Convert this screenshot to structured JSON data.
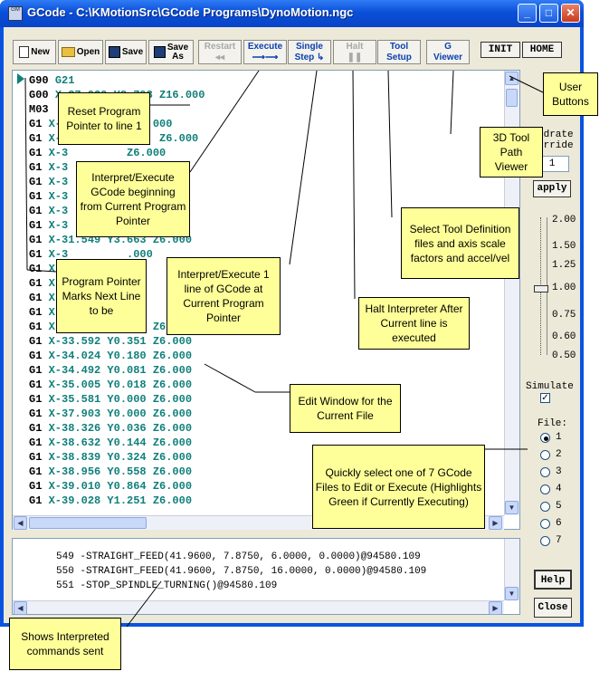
{
  "window": {
    "title": "GCode - C:\\KMotionSrc\\GCode Programs\\DynoMotion.ngc",
    "app_icon_label": "GM",
    "minimize": "_",
    "maximize": "□",
    "close": "✕"
  },
  "toolbar": {
    "new": "New",
    "open": "Open",
    "save": "Save",
    "save_as_1": "Save",
    "save_as_2": "As",
    "restart": "Restart",
    "restart_sym": "◂◂",
    "execute": "Execute",
    "execute_sym": "⟶⟶",
    "single_step_1": "Single",
    "single_step_2": "Step",
    "single_step_sym": "↳",
    "halt": "Halt",
    "halt_sym": "❚❚",
    "tool_setup_1": "Tool",
    "tool_setup_2": "Setup",
    "gviewer_1": "G",
    "gviewer_2": "Viewer",
    "init": "INIT",
    "home": "HOME"
  },
  "code_lines": [
    {
      "cmd": "G90",
      "arg": "G21"
    },
    {
      "cmd": "G00",
      "arg": "X-37.939 Y8.793 Z16.000"
    },
    {
      "cmd": "M03",
      "arg": ""
    },
    {
      "cmd": "G1",
      "arg": "X-3         Z16.000"
    },
    {
      "cmd": "G1",
      "arg": "X-35.817 Y8.793  Z6.000"
    },
    {
      "cmd": "G1",
      "arg": "X-3         Z6.000"
    },
    {
      "cmd": "G1",
      "arg": "X-3         6.000"
    },
    {
      "cmd": "G1",
      "arg": "X-3         6.000"
    },
    {
      "cmd": "G1",
      "arg": "X-3         6.000"
    },
    {
      "cmd": "G1",
      "arg": "X-3         6.000"
    },
    {
      "cmd": "G1",
      "arg": "X-3         6.000"
    },
    {
      "cmd": "G1",
      "arg": "X-31.549 Y3.663 Z6.000"
    },
    {
      "cmd": "G1",
      "arg": "X-3         .000"
    },
    {
      "cmd": "G1",
      "arg": "X-3        49"
    },
    {
      "cmd": "G1",
      "arg": "X-3        91"
    },
    {
      "cmd": "G1",
      "arg": "X-3        96"
    },
    {
      "cmd": "G1",
      "arg": "X-3        35"
    },
    {
      "cmd": "G1",
      "arg": "X-33.187 Y0.567 Z6.000"
    },
    {
      "cmd": "G1",
      "arg": "X-33.592 Y0.351 Z6.000"
    },
    {
      "cmd": "G1",
      "arg": "X-34.024 Y0.180 Z6.000"
    },
    {
      "cmd": "G1",
      "arg": "X-34.492 Y0.081 Z6.000"
    },
    {
      "cmd": "G1",
      "arg": "X-35.005 Y0.018 Z6.000"
    },
    {
      "cmd": "G1",
      "arg": "X-35.581 Y0.000 Z6.000"
    },
    {
      "cmd": "G1",
      "arg": "X-37.903 Y0.000 Z6.000"
    },
    {
      "cmd": "G1",
      "arg": "X-38.326 Y0.036 Z6.000"
    },
    {
      "cmd": "G1",
      "arg": "X-38.632 Y0.144 Z6.000"
    },
    {
      "cmd": "G1",
      "arg": "X-38.839 Y0.324 Z6.000"
    },
    {
      "cmd": "G1",
      "arg": "X-38.956 Y0.558 Z6.000"
    },
    {
      "cmd": "G1",
      "arg": "X-39.010 Y0.864 Z6.000"
    },
    {
      "cmd": "G1",
      "arg": "X-39.028 Y1.251 Z6.000"
    }
  ],
  "output_lines": [
    "549 -STRAIGHT_FEED(41.9600, 7.8750, 6.0000, 0.0000)@94580.109",
    "550 -STRAIGHT_FEED(41.9600, 7.8750, 16.0000, 0.0000)@94580.109",
    "551 -STOP_SPINDLE_TURNING()@94580.109"
  ],
  "right_panel": {
    "feedrate_1": "edrate",
    "feedrate_2": "erride",
    "feedrate_value": "1",
    "apply": "apply",
    "scale_ticks": [
      "2.00",
      "1.50",
      "1.25",
      "1.00",
      "0.75",
      "0.60",
      "0.50"
    ],
    "slider_value": 1.0,
    "simulate": "Simulate",
    "simulate_checked": true,
    "file_label": "File:",
    "files": [
      "1",
      "2",
      "3",
      "4",
      "5",
      "6",
      "7"
    ],
    "selected_file": "1",
    "help": "Help",
    "close": "Close"
  },
  "callouts": {
    "user_buttons": "User Buttons",
    "reset_pointer": "Reset Program Pointer to line 1",
    "viewer_3d": "3D Tool Path Viewer",
    "interpret_execute": "Interpret/Execute GCode beginning from Current Program Pointer",
    "tool_definition": "Select Tool Definition files and axis scale factors and accel/vel",
    "program_pointer": "Program Pointer Marks Next Line to be",
    "interpret_single": "Interpret/Execute 1 line of GCode at Current Program Pointer",
    "halt_interpreter": "Halt Interpreter After Current line is executed",
    "edit_window": "Edit Window for the Current File",
    "select_files": "Quickly select one of 7 GCode Files to Edit or Execute (Highlights Green if Currently Executing)",
    "shows_interpreted": "Shows Interpreted commands sent"
  }
}
